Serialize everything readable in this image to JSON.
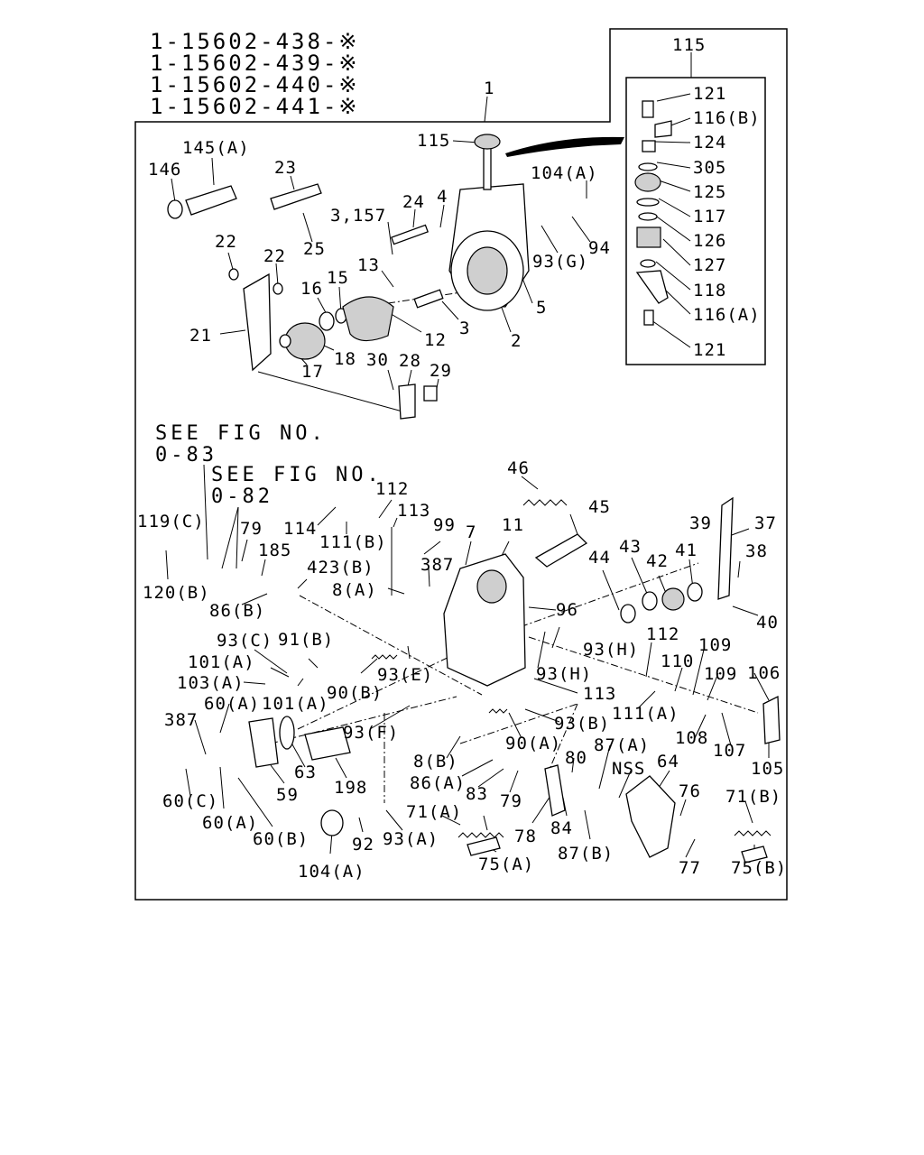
{
  "part_numbers": [
    "1-15602-438-※",
    "1-15602-439-※",
    "1-15602-440-※",
    "1-15602-441-※"
  ],
  "references": {
    "ref1_line1": "SEE FIG NO.",
    "ref1_line2": "0-83",
    "ref2_line1": "SEE FIG NO.",
    "ref2_line2": "0-82"
  },
  "labels": {
    "l1": "1",
    "l115a": "115",
    "l115b": "115",
    "i121a": "121",
    "i116b": "116(B)",
    "i124": "124",
    "i305": "305",
    "i125": "125",
    "i117": "117",
    "i126": "126",
    "i127": "127",
    "i118": "118",
    "i116a": "116(A)",
    "i121b": "121",
    "l145a": "145(A)",
    "l146": "146",
    "l23": "23",
    "l25": "25",
    "l24": "24",
    "l4": "4",
    "l3157": "3,157",
    "l104a_top": "104(A)",
    "l94": "94",
    "l93g": "93(G)",
    "l22a": "22",
    "l22b": "22",
    "l13": "13",
    "l16": "16",
    "l15": "15",
    "l12": "12",
    "l3": "3",
    "l5": "5",
    "l2": "2",
    "l21": "21",
    "l17": "17",
    "l18": "18",
    "l30": "30",
    "l28": "28",
    "l29": "29",
    "l46": "46",
    "l112a": "112",
    "l113a": "113",
    "l99": "99",
    "l7": "7",
    "l11": "11",
    "l45": "45",
    "l114": "114",
    "l111b": "111(B)",
    "l119c": "119(C)",
    "l79a": "79",
    "l185": "185",
    "l423b": "423(B)",
    "l387a": "387",
    "l8a": "8(A)",
    "l120b": "120(B)",
    "l86b": "86(B)",
    "l96": "96",
    "l44": "44",
    "l43": "43",
    "l42": "42",
    "l41": "41",
    "l39": "39",
    "l37": "37",
    "l38": "38",
    "l40": "40",
    "l93h_a": "93(H)",
    "l93h_b": "93(H)",
    "l93c": "93(C)",
    "l91b": "91(B)",
    "l101a_a": "101(A)",
    "l103a": "103(A)",
    "l101a_b": "101(A)",
    "l90b": "90(B)",
    "l93e": "93(E)",
    "l112b": "112",
    "l110": "110",
    "l109a": "109",
    "l109b": "109",
    "l106": "106",
    "l113b": "113",
    "l111a": "111(A)",
    "l60a_a": "60(A)",
    "l387b": "387",
    "l93f": "93(F)",
    "l93b": "93(B)",
    "l90a": "90(A)",
    "l108": "108",
    "l107": "107",
    "l105": "105",
    "l8b": "8(B)",
    "l87a": "87(A)",
    "l80": "80",
    "l64": "64",
    "l63": "63",
    "l59": "59",
    "l198": "198",
    "l60c": "60(C)",
    "l86a": "86(A)",
    "l83": "83",
    "l79b": "79",
    "lnss": "NSS",
    "l76": "76",
    "l71b": "71(B)",
    "l60a_b": "60(A)",
    "l60b": "60(B)",
    "l71a": "71(A)",
    "l78": "78",
    "l84": "84",
    "l87b": "87(B)",
    "l92": "92",
    "l93a": "93(A)",
    "l104a_bot": "104(A)",
    "l75a": "75(A)",
    "l77": "77",
    "l75b": "75(B)"
  }
}
